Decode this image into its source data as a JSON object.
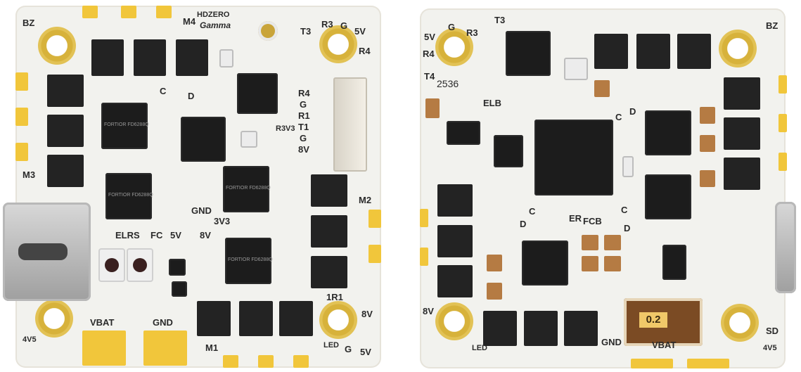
{
  "left_board": {
    "top_logo": "HDZERO",
    "top_model": "Gamma",
    "label_m4": "M4",
    "label_bz": "BZ",
    "label_t3": "T3",
    "label_r3": "R3",
    "label_g": "G",
    "label_5v": "5V",
    "label_r4_top": "R4",
    "label_r4": "R4",
    "label_g1": "G",
    "label_r1": "R1",
    "label_t1": "T1",
    "label_g2": "G",
    "label_8v": "8V",
    "label_3v3_side": "R3V3",
    "label_m3": "M3",
    "label_m2": "M2",
    "label_elrs": "ELRS",
    "label_fc": "FC",
    "label_5v_mid": "5V",
    "label_gnd_mid": "GND",
    "label_3v3": "3V3",
    "label_8v_mid": "8V",
    "label_vbat": "VBAT",
    "label_gnd": "GND",
    "label_m1": "M1",
    "label_1r1": "1R1",
    "label_8v_bottom": "8V",
    "label_led": "LED",
    "label_g_bottom": "G",
    "label_5v_bottom": "5V",
    "label_4v5": "4V5",
    "label_c": "C",
    "label_d": "D",
    "chip_text_1": "FORTIOR FD6288Q",
    "chip_text_2": "FORTIOR FD6288Q",
    "chip_text_3": "FORTIOR FD6288Q",
    "chip_text_4": "FORTIOR FD6288Q"
  },
  "right_board": {
    "label_t3": "T3",
    "label_bz": "BZ",
    "label_5v": "5V",
    "label_g": "G",
    "label_r3": "R3",
    "label_r4": "R4",
    "label_t4": "T4",
    "label_2536": "2536",
    "label_elb": "ELB",
    "label_c1": "C",
    "label_d1": "D",
    "label_c2": "C",
    "label_fcb": "FCB",
    "label_er": "ER",
    "label_d2": "D",
    "label_c3": "C",
    "label_d3": "D",
    "label_8v": "8V",
    "label_led": "LED",
    "label_gnd": "GND",
    "label_vbat": "VBAT",
    "label_sd": "SD",
    "label_4v5": "4V5",
    "shunt_value": "0.2"
  }
}
